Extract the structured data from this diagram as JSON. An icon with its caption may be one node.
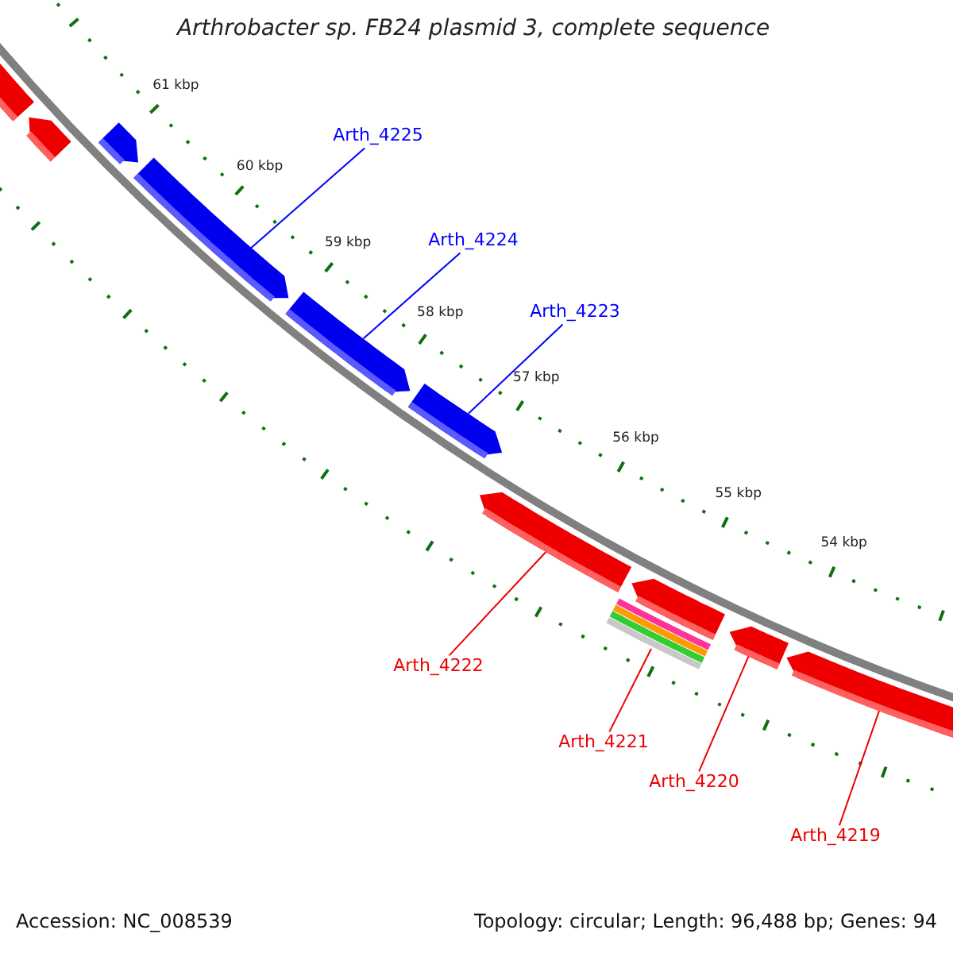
{
  "diagram": {
    "title": "Arthrobacter sp. FB24 plasmid 3, complete sequence",
    "nodes": [
      {
        "text": [
          "Arth_4225"
        ]
      },
      {
        "text": [
          "Arth_4224"
        ]
      },
      {
        "text": [
          "Arth_4223"
        ]
      },
      {
        "text": [
          "Arth_4222"
        ]
      },
      {
        "text": [
          "Arth_4221"
        ]
      },
      {
        "text": [
          "Arth_4220"
        ]
      },
      {
        "text": [
          "Arth_4219"
        ]
      },
      {
        "text": [],
        "shape": "arrow"
      },
      {
        "text": [],
        "shape": "arrow"
      },
      {
        "text": [],
        "shape": "arrow"
      },
      {
        "text": [],
        "shape": "arrow"
      },
      {
        "text": [],
        "shape": "arrow"
      },
      {
        "text": [],
        "shape": "arrow"
      },
      {
        "text": [],
        "shape": "arrow"
      },
      {
        "text": [],
        "shape": "bar"
      },
      {
        "text": [],
        "shape": "arrow"
      },
      {
        "text": [],
        "shape": "arrow"
      },
      {
        "text": [],
        "shape": "arrow"
      }
    ],
    "edges": [
      {
        "from": 0,
        "to": 10,
        "arrow": "none",
        "color": "#0000ff"
      },
      {
        "from": 1,
        "to": 11,
        "arrow": "none",
        "color": "#0000ff"
      },
      {
        "from": 2,
        "to": 12,
        "arrow": "none",
        "color": "#0000ff"
      },
      {
        "from": 3,
        "to": 13,
        "arrow": "none"
      },
      {
        "from": 4,
        "to": 14,
        "arrow": "none"
      },
      {
        "from": 5,
        "to": 16,
        "arrow": "none"
      },
      {
        "from": 6,
        "to": 17,
        "arrow": "none"
      }
    ],
    "labels": [
      "61 kbp",
      "60 kbp",
      "59 kbp",
      "58 kbp",
      "57 kbp",
      "56 kbp",
      "55 kbp",
      "54 kbp",
      "Accession: NC_008539",
      "Topology: circular; Length: 96,488 bp; Genes: 94"
    ]
  }
}
